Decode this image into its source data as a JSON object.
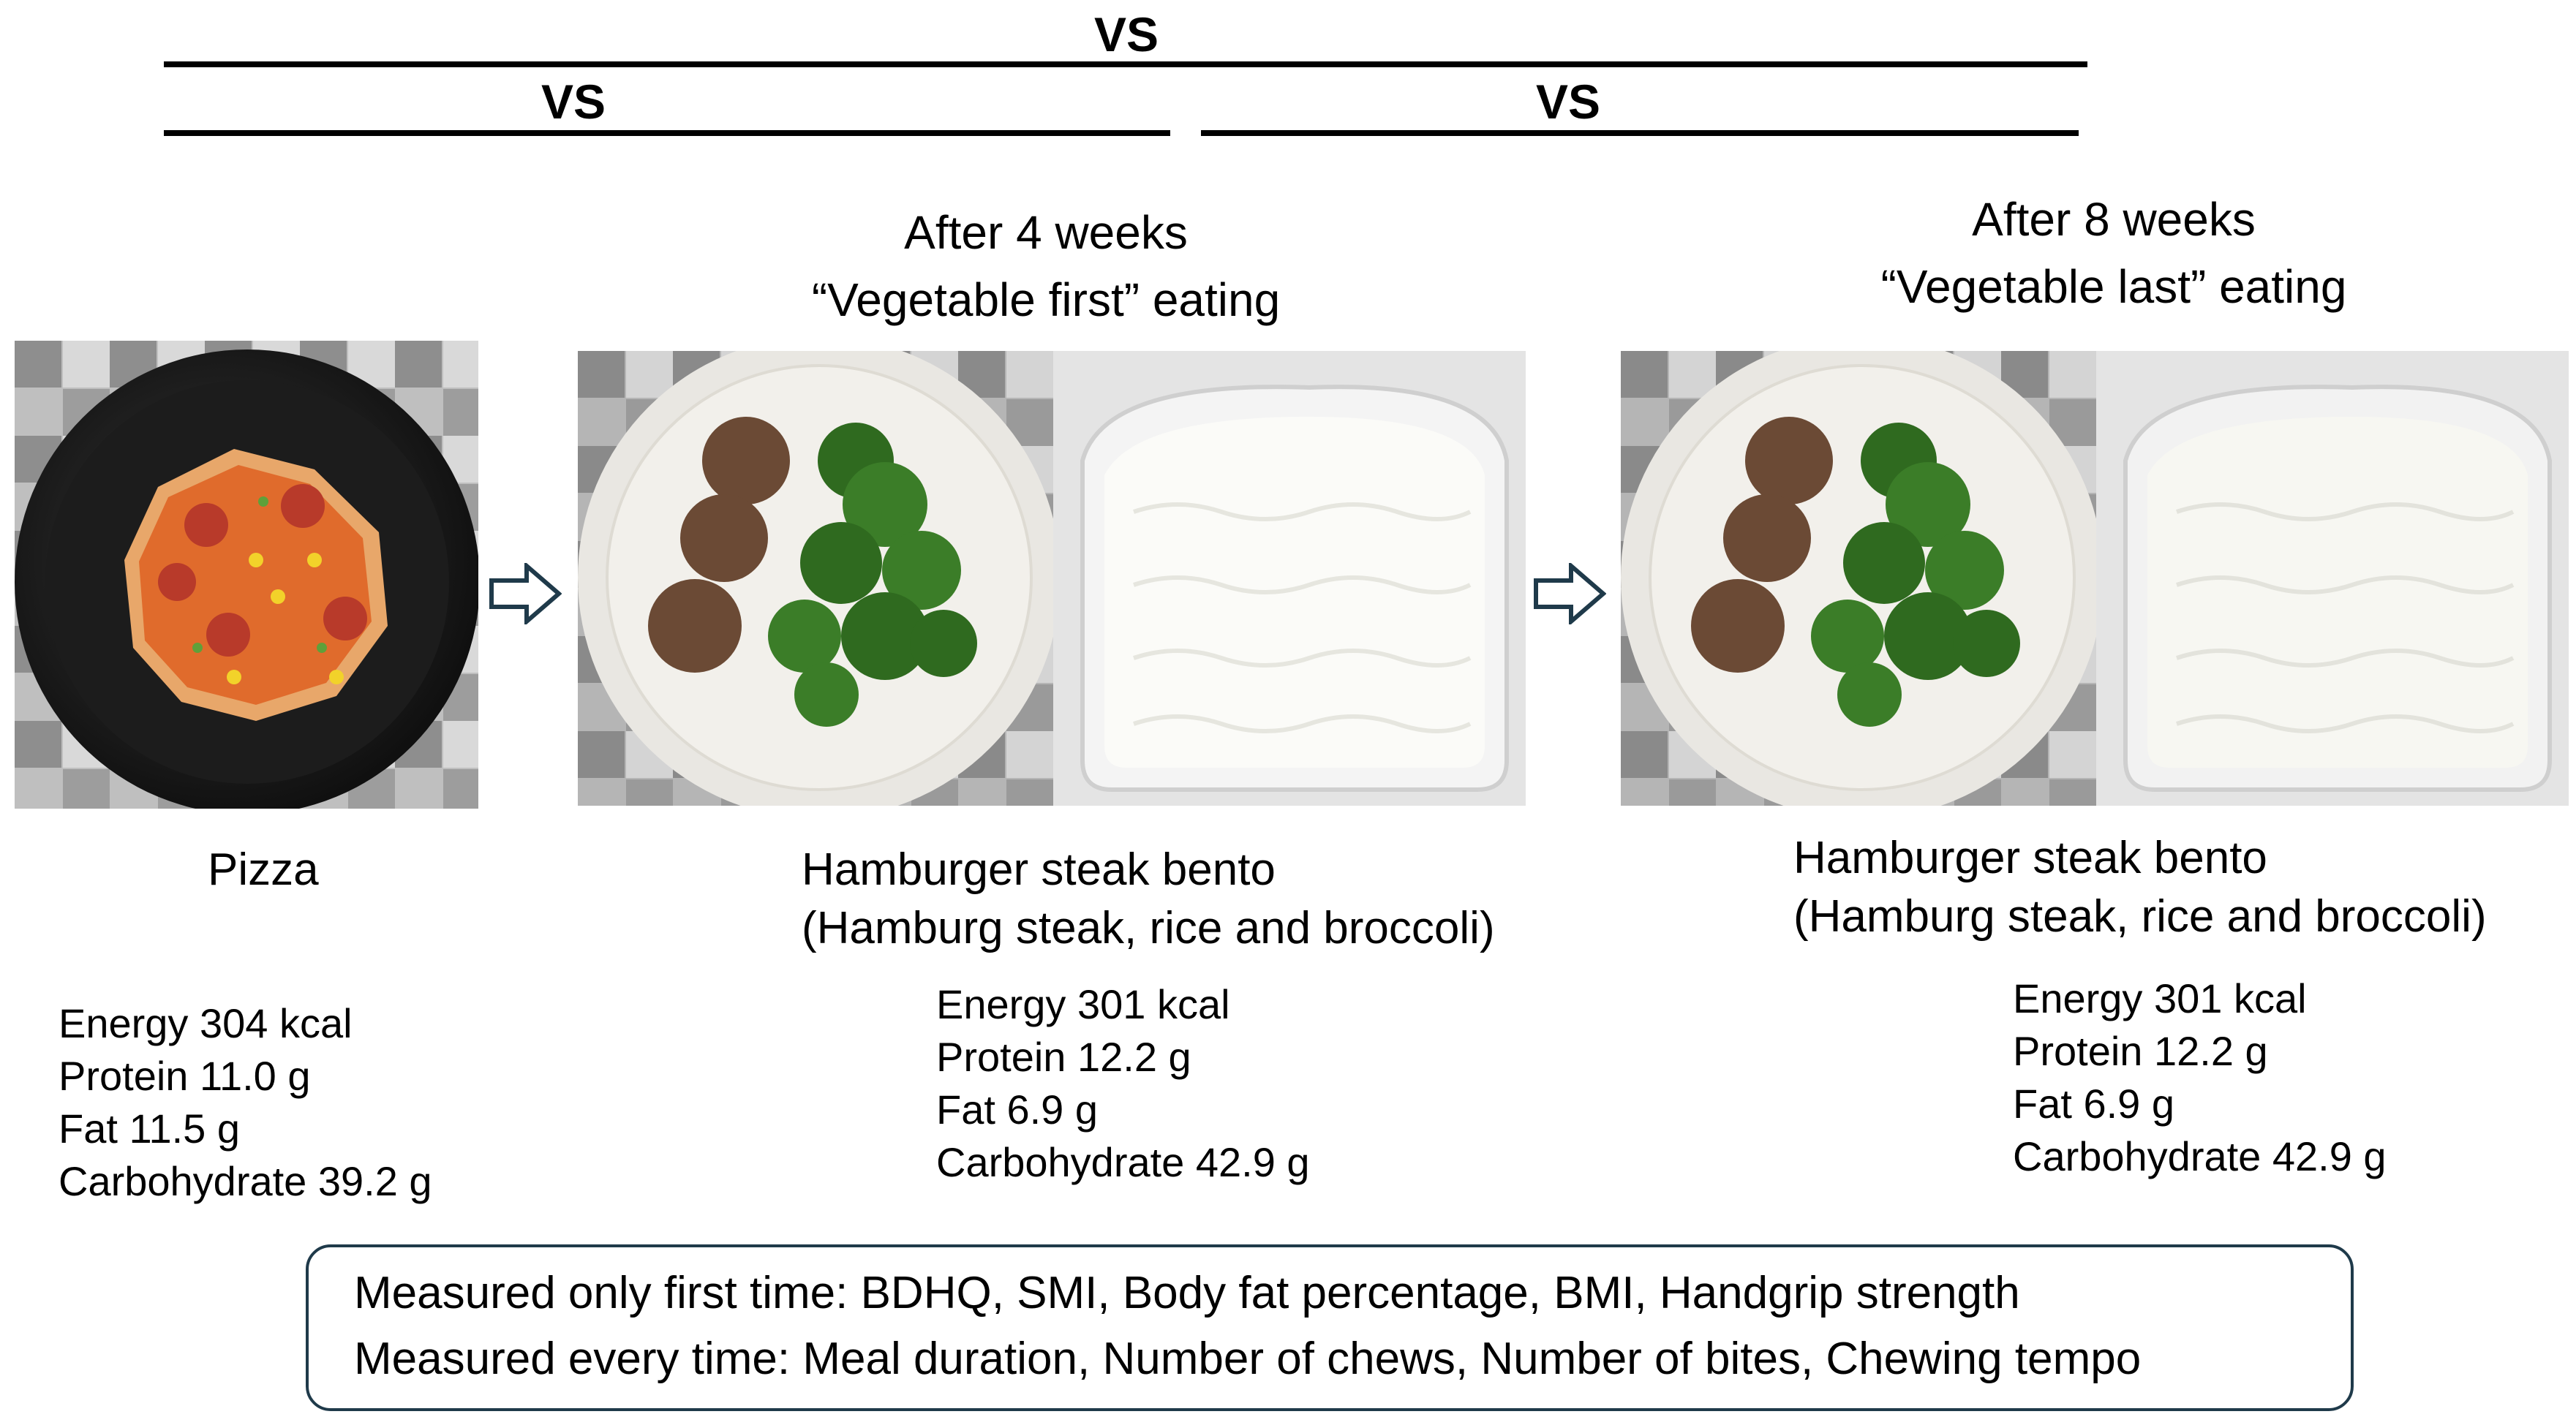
{
  "comparisons": {
    "top_vs": "VS",
    "left_vs": "VS",
    "right_vs": "VS"
  },
  "columns": {
    "pizza": {
      "food_name": "Pizza",
      "nutrients": [
        "Energy 304 kcal",
        "Protein 11.0 g",
        "Fat 11.5 g",
        "Carbohydrate 39.2 g"
      ]
    },
    "week4": {
      "title_line1": "After 4 weeks",
      "title_line2": "“Vegetable first” eating",
      "food_line1": "Hamburger steak bento",
      "food_line2": "(Hamburg steak, rice and broccoli)",
      "nutrients": [
        "Energy 301 kcal",
        "Protein 12.2 g",
        "Fat 6.9 g",
        "Carbohydrate 42.9 g"
      ]
    },
    "week8": {
      "title_line1": "After 8 weeks",
      "title_line2": "“Vegetable last” eating",
      "food_line1": "Hamburger steak bento",
      "food_line2": "(Hamburg steak, rice and broccoli)",
      "nutrients": [
        "Energy 301 kcal",
        "Protein 12.2 g",
        "Fat 6.9 g",
        "Carbohydrate 42.9 g"
      ]
    }
  },
  "measurements": {
    "line1": "Measured only first time: BDHQ, SMI, Body fat percentage, BMI, Handgrip strength",
    "line2": "Measured every time: Meal duration, Number of chews, Number of bites, Chewing tempo"
  },
  "colors": {
    "arrow_outline": "#1f3a4a",
    "box_border": "#1f3a4a"
  }
}
